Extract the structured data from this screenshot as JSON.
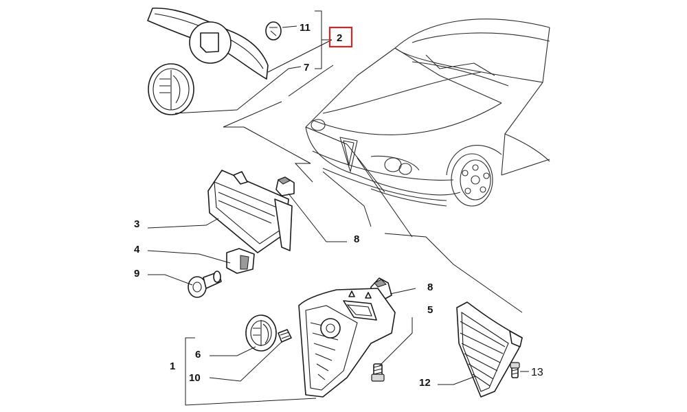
{
  "callouts": {
    "c1": "1",
    "c2": "2",
    "c3": "3",
    "c4": "4",
    "c5": "5",
    "c6": "6",
    "c7": "7",
    "c8a": "8",
    "c8b": "8",
    "c9": "9",
    "c10": "10",
    "c11": "11",
    "c12": "12",
    "c13": "13"
  },
  "highlighted_callout": "2",
  "colors": {
    "highlight": "#d4232a",
    "line": "#1a1a1a",
    "background": "#ffffff"
  }
}
